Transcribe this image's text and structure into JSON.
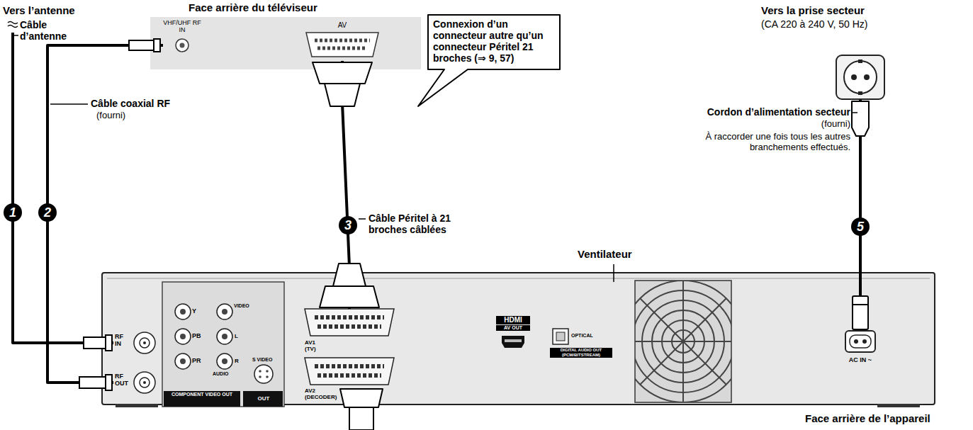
{
  "diagram": {
    "nodes": [
      {
        "text": [
          "Face arrière du téléviseur"
        ]
      },
      {
        "text": [
          "VHF/UHF RF IN"
        ],
        "in": 0
      },
      {
        "text": [
          "AV"
        ],
        "in": 0
      },
      {
        "text": [
          "Connexion d’un connecteur autre qu’un connecteur Péritel 21 broches (⇒ 9, 57)"
        ]
      },
      {
        "text": [
          "Vers l’antenne"
        ]
      },
      {
        "text": [
          "Vers la prise secteur",
          "(CA 220 à 240 V, 50 Hz)"
        ]
      },
      {
        "text": [
          "Face arrière de l’appareil"
        ]
      },
      {
        "text": [
          "RF IN"
        ],
        "in": 6
      },
      {
        "text": [
          "RF OUT"
        ],
        "in": 6
      },
      {
        "text": [
          "AV1 (TV)"
        ],
        "in": 6
      },
      {
        "text": [
          "AV2 (DECODER)"
        ],
        "in": 6
      },
      {
        "text": [
          "HDMI",
          "AV OUT"
        ],
        "in": 6
      },
      {
        "text": [
          "OPTICAL",
          "DIGITAL AUDIO OUT (PCM/BITSTREAM)"
        ],
        "in": 6
      },
      {
        "text": [
          "AC IN ~"
        ],
        "in": 6
      }
    ],
    "edges": [
      {
        "from": 4,
        "to": 7,
        "arrow": "none"
      },
      {
        "from": 8,
        "to": 1,
        "arrow": "none"
      },
      {
        "from": 9,
        "to": 2,
        "arrow": "none"
      },
      {
        "from": 13,
        "to": 5,
        "arrow": "none"
      }
    ],
    "labels": [
      "1",
      "2",
      "3",
      "5",
      "Câble d’antenne",
      "Câble coaxial RF",
      "(fourni)",
      "Câble Péritel à 21 broches câblées",
      "Cordon d’alimentation secteur",
      "(fourni)",
      "À raccorder une fois tous les autres branchements effectués.",
      "Ventilateur",
      "Y",
      "PB",
      "PR",
      "COMPONENT VIDEO OUT",
      "VIDEO",
      "L",
      "AUDIO",
      "R",
      "S VIDEO",
      "OUT"
    ]
  }
}
